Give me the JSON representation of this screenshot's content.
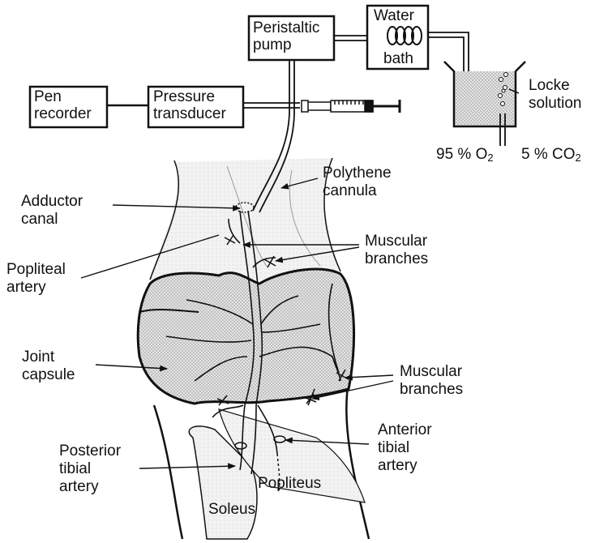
{
  "equipment": {
    "pen_recorder": [
      "Pen",
      "recorder"
    ],
    "pressure_transducer": [
      "Pressure",
      "transducer"
    ],
    "peristaltic_pump": [
      "Peristaltic",
      "pump"
    ],
    "water_bath": [
      "Water",
      "bath"
    ],
    "locke_solution": [
      "Locke",
      "solution"
    ],
    "gas_o2": "95 % O",
    "gas_o2_sub": "2",
    "gas_co2": "5 % CO",
    "gas_co2_sub": "2"
  },
  "labels": {
    "polythene_cannula": [
      "Polythene",
      "cannula"
    ],
    "adductor_canal": [
      "Adductor",
      "canal"
    ],
    "muscular_branches_upper": [
      "Muscular",
      "branches"
    ],
    "popliteal_artery": [
      "Popliteal",
      "artery"
    ],
    "joint_capsule": [
      "Joint",
      "capsule"
    ],
    "muscular_branches_lower": [
      "Muscular",
      "branches"
    ],
    "anterior_tibial_artery": [
      "Anterior",
      "tibial",
      "artery"
    ],
    "posterior_tibial_artery": [
      "Posterior",
      "tibial",
      "artery"
    ],
    "popliteus": "Popliteus",
    "soleus": "Soleus"
  }
}
